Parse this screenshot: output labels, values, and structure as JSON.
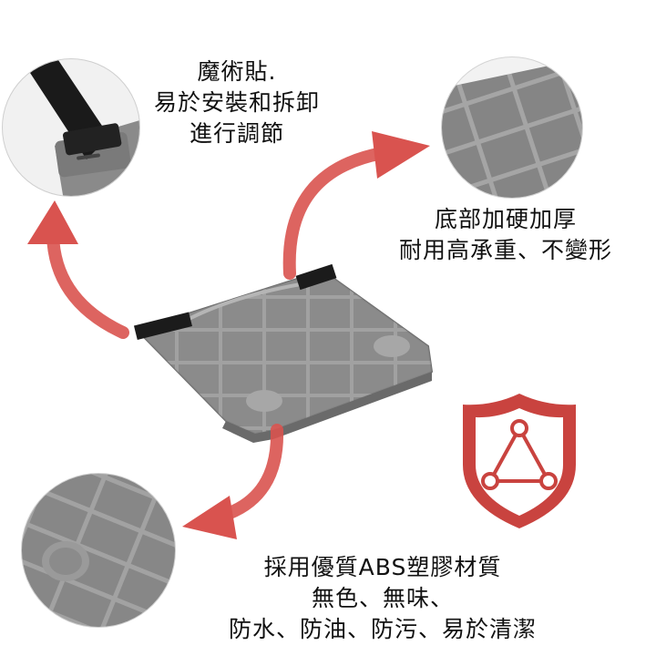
{
  "callouts": {
    "velcro": {
      "lines": [
        "魔術貼.",
        "易於安裝和拆卸",
        "進行調節"
      ]
    },
    "bottom": {
      "lines": [
        "底部加硬加厚",
        "耐用高承重、不變形"
      ]
    },
    "material": {
      "lines": [
        "採用優質ABS塑膠材質",
        "無色、無味、",
        "防水、防油、防污、易於清潔"
      ]
    }
  },
  "colors": {
    "arrow": "#d9534f",
    "shield": "#c9433f",
    "tray": "#7f7f7f",
    "circle_bg": "#eeeeee"
  },
  "icons": {
    "shield": "shield-triangle-icon"
  }
}
